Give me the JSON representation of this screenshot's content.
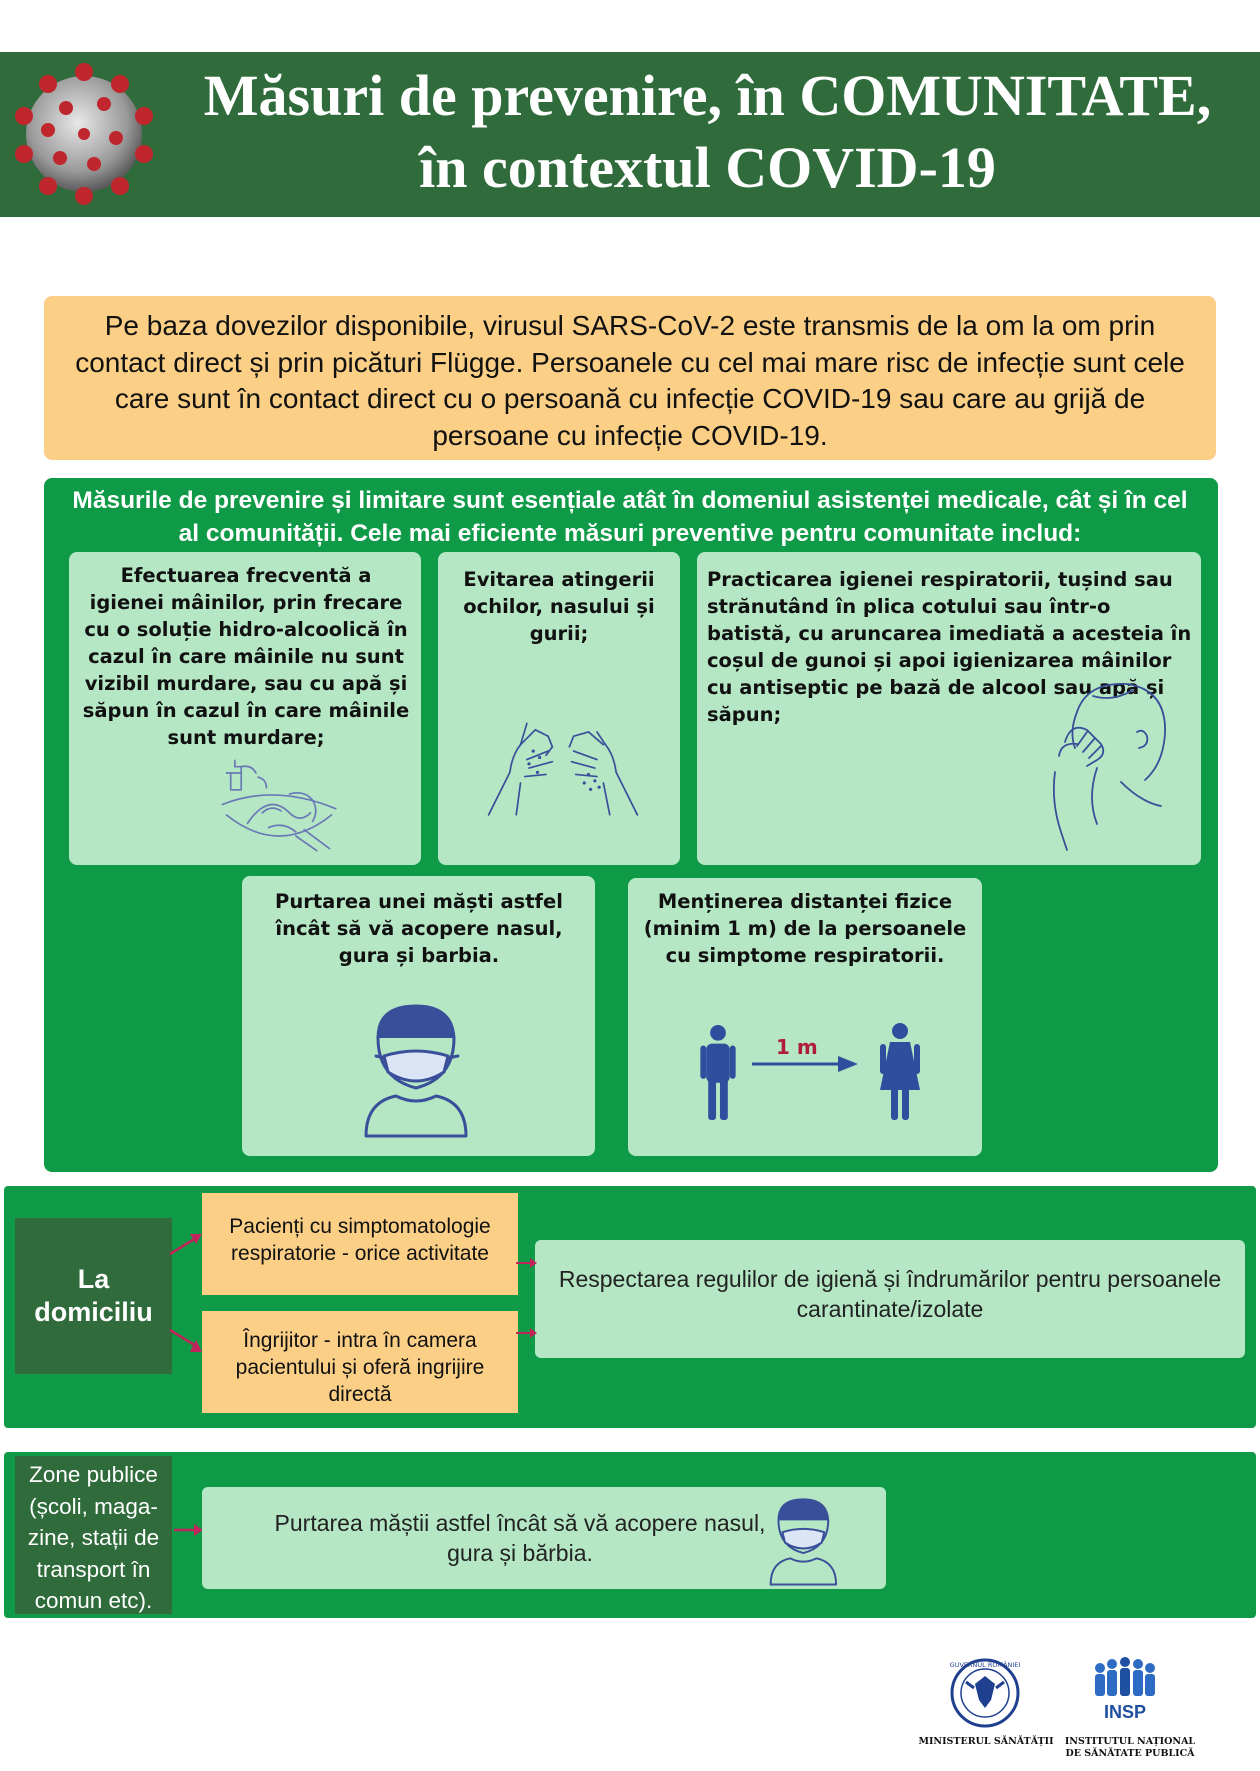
{
  "header": {
    "title_line1": "Măsuri de prevenire, în COMUNITATE,",
    "title_line2": "în contextul COVID-19"
  },
  "intro": {
    "text": "Pe baza dovezilor disponibile, virusul SARS-CoV-2 este transmis de la om la om prin contact direct și prin picături Flügge. Persoanele cu cel mai mare risc de infecție sunt cele care sunt în contact direct cu o persoană cu infecție COVID-19 sau care au grijă de persoane cu infecție COVID-19."
  },
  "measures": {
    "lead": "Măsurile de prevenire și limitare sunt esențiale atât în domeniul asistenței medicale, cât și în cel al comunității. Cele mai eficiente măsuri preventive pentru comunitate includ:",
    "hand_hygiene": "Efectuarea frecventă a igienei mâinilor, prin frecare cu o soluție hidro-alcoolică în cazul în care mâinile nu sunt vizibil murdare, sau cu apă și săpun în cazul în care mâinile sunt murdare;",
    "avoid_touch": "Evitarea atingerii ochilor, nasului și gurii;",
    "respiratory": "Practicarea igienei respiratorii, tușind sau strănutând în plica cotului sau într-o batistă, cu aruncarea imediată a acesteia în coșul de gunoi și apoi igienizarea mâinilor cu antiseptic pe bază de alcool sau apă și săpun;",
    "mask": "Purtarea unei măști astfel încât să vă acopere nasul, gura și barbia.",
    "distance": "Menținerea distanței fizice (minim 1 m) de la persoanele cu simptome respiratorii.",
    "distance_label": "1 m"
  },
  "home": {
    "label": "La domiciliu",
    "patients": "Pacienți cu simptomatologie respiratorie - orice activitate",
    "caregiver": "Îngrijitor - intra în camera pacientului și oferă ingrijire directă",
    "rules": "Respectarea regulilor de igienă și îndrumărilor pentru persoanele carantinate/izolate"
  },
  "public": {
    "label": "Zone publice (școli, maga-zine, stații de transport în comun etc).",
    "text": "Purtarea măștii astfel încât să vă acopere nasul, gura și bărbia."
  },
  "logos": {
    "ministry": "MINISTERUL SĂNĂTĂȚII",
    "ministry_seal": "GUVERNUL ROMÂNIEI",
    "insp_mark": "INSP",
    "insp_line1": "INSTITUTUL NAȚIONAL",
    "insp_line2": "DE SĂNĂTATE PUBLICĂ"
  },
  "colors": {
    "dark_green": "#2f6b3b",
    "green": "#0f9a47",
    "light_green": "#b5e7c5",
    "orange": "#fbcf86",
    "arrow": "#c0245a",
    "icon_blue": "#2e4f9e"
  }
}
